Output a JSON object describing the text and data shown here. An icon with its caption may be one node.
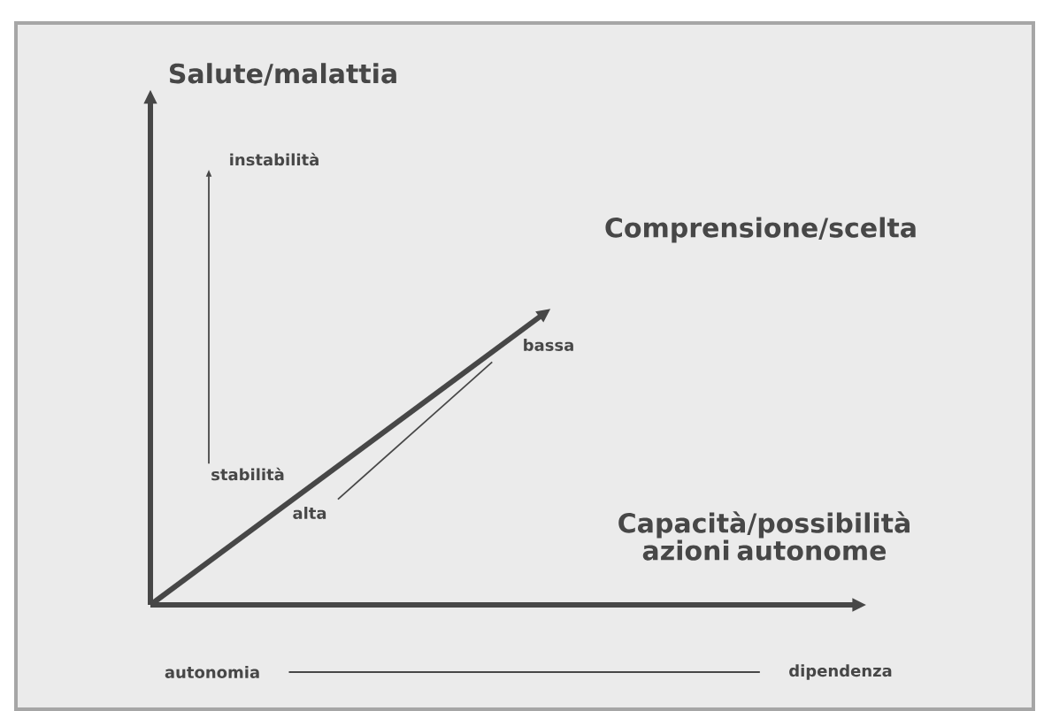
{
  "diagram": {
    "nodes": [
      {
        "text": [
          "Salute/malattia"
        ]
      },
      {
        "text": [
          "instabilità"
        ]
      },
      {
        "text": [
          "stabilità"
        ]
      },
      {
        "text": [
          "Comprensione/scelta"
        ]
      },
      {
        "text": [
          "bassa"
        ]
      },
      {
        "text": [
          "alta"
        ]
      },
      {
        "text": [
          "Capacità/possibilità azioni autonome"
        ]
      },
      {
        "text": [
          "autonomia"
        ]
      },
      {
        "text": [
          "dipendenza"
        ]
      }
    ],
    "edges": [
      {
        "from": null,
        "to": 0,
        "arrow": "to",
        "style": "thick"
      },
      {
        "from": null,
        "to": 3,
        "arrow": "to",
        "style": "thick"
      },
      {
        "from": null,
        "to": 6,
        "arrow": "to",
        "style": "thick"
      },
      {
        "from": 2,
        "to": 1,
        "arrow": "to"
      },
      {
        "from": 5,
        "to": 4,
        "arrow": "none"
      },
      {
        "from": 7,
        "to": 8,
        "arrow": "none"
      }
    ]
  }
}
